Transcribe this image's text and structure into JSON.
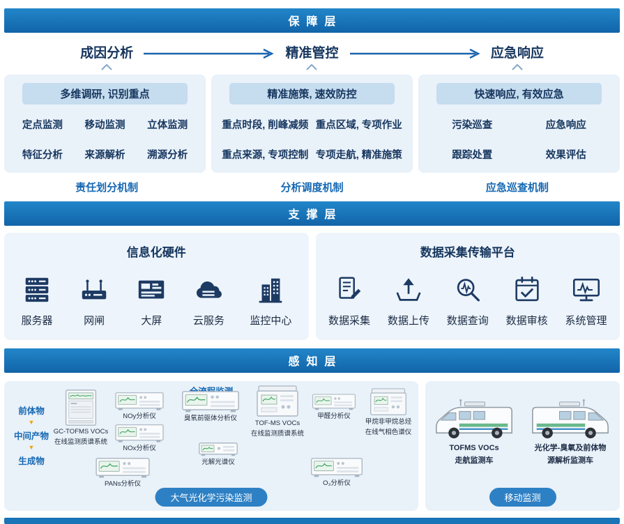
{
  "colors": {
    "banner_blue": "#1a74b8",
    "accent_blue": "#1568b3",
    "panel_light": "#e9f1f9",
    "subtitle_box": "#c6dcef",
    "badge_blue": "#2e80c4",
    "flow_arrow_orange": "#f2a40e",
    "icon_navy": "#1d3a63"
  },
  "guarantee": {
    "banner": "保障层",
    "columns": [
      {
        "title": "成因分析",
        "subtitle": "多维调研, 识别重点",
        "items": [
          "定点监测",
          "移动监测",
          "立体监测",
          "特征分析",
          "来源解析",
          "溯源分析"
        ],
        "mechanism": "责任划分机制"
      },
      {
        "title": "精准管控",
        "subtitle": "精准施策, 速效防控",
        "items": [
          "重点时段, 削峰减频",
          "重点区域, 专项作业",
          "重点来源, 专项控制",
          "专项走航, 精准施策"
        ],
        "mechanism": "分析调度机制"
      },
      {
        "title": "应急响应",
        "subtitle": "快速响应, 有效应急",
        "items": [
          "污染巡查",
          "应急响应",
          "跟踪处置",
          "效果评估"
        ],
        "mechanism": "应急巡查机制"
      }
    ]
  },
  "support": {
    "banner": "支撑层",
    "hardware": {
      "title": "信息化硬件",
      "items": [
        {
          "icon": "server-icon",
          "label": "服务器"
        },
        {
          "icon": "gateway-icon",
          "label": "网闸"
        },
        {
          "icon": "big-screen-icon",
          "label": "大屏"
        },
        {
          "icon": "cloud-icon",
          "label": "云服务"
        },
        {
          "icon": "building-icon",
          "label": "监控中心"
        }
      ]
    },
    "platform": {
      "title": "数据采集传输平台",
      "items": [
        {
          "icon": "document-edit-icon",
          "label": "数据采集"
        },
        {
          "icon": "upload-icon",
          "label": "数据上传"
        },
        {
          "icon": "search-wave-icon",
          "label": "数据查询"
        },
        {
          "icon": "calendar-check-icon",
          "label": "数据审核"
        },
        {
          "icon": "monitor-wave-icon",
          "label": "系统管理"
        }
      ]
    }
  },
  "perception": {
    "banner": "感知层",
    "left": {
      "header": "全流程监测",
      "flow": [
        "前体物",
        "中间产物",
        "生成物"
      ],
      "flow_arrow": "▼",
      "instruments": [
        {
          "line1": "GC-TOFMS VOCs",
          "line2": "在线监测质谱系统"
        },
        {
          "line1": "NOy分析仪"
        },
        {
          "line1": "NOx分析仪"
        },
        {
          "line1": "臭氧前驱体分析仪"
        },
        {
          "line1": "TOF-MS VOCs",
          "line2": "在线监测质谱系统"
        },
        {
          "line1": "光解光谱仪"
        },
        {
          "line1": "甲醛分析仪"
        },
        {
          "line1": "甲烷非甲烷总烃",
          "line2": "在线气相色谱仪"
        },
        {
          "line1": "PANs分析仪"
        },
        {
          "line1": "O₃分析仪"
        }
      ],
      "badge": "大气光化学污染监测"
    },
    "right": {
      "vehicles": [
        {
          "line1": "TOFMS VOCs",
          "line2": "走航监测车"
        },
        {
          "line1": "光化学-臭氧及前体物",
          "line2": "源解析监测车"
        }
      ],
      "badge": "移动监测"
    }
  }
}
